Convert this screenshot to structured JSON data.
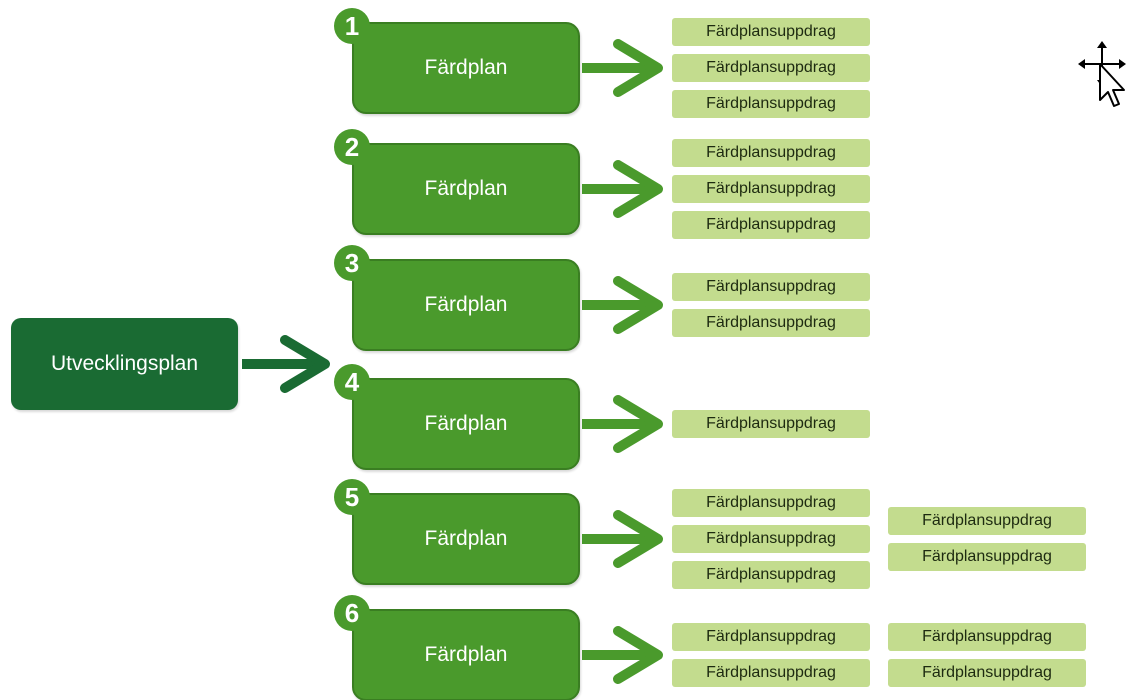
{
  "root": {
    "label": "Utvecklingsplan"
  },
  "plans": [
    {
      "number": "1",
      "label": "Färdplan",
      "task_columns": [
        [
          "Färdplansuppdrag",
          "Färdplansuppdrag",
          "Färdplansuppdrag"
        ]
      ]
    },
    {
      "number": "2",
      "label": "Färdplan",
      "task_columns": [
        [
          "Färdplansuppdrag",
          "Färdplansuppdrag",
          "Färdplansuppdrag"
        ]
      ]
    },
    {
      "number": "3",
      "label": "Färdplan",
      "task_columns": [
        [
          "Färdplansuppdrag",
          "Färdplansuppdrag"
        ]
      ]
    },
    {
      "number": "4",
      "label": "Färdplan",
      "task_columns": [
        [
          "Färdplansuppdrag"
        ]
      ]
    },
    {
      "number": "5",
      "label": "Färdplan",
      "task_columns": [
        [
          "Färdplansuppdrag",
          "Färdplansuppdrag",
          "Färdplansuppdrag"
        ],
        [
          "Färdplansuppdrag",
          "Färdplansuppdrag"
        ]
      ]
    },
    {
      "number": "6",
      "label": "Färdplan",
      "task_columns": [
        [
          "Färdplansuppdrag",
          "Färdplansuppdrag"
        ],
        [
          "Färdplansuppdrag",
          "Färdplansuppdrag"
        ]
      ]
    }
  ],
  "colors": {
    "root_fill": "#1a6b33",
    "plan_fill": "#4a9a2c",
    "arrow": "#4a9a2c",
    "root_arrow": "#1a6b33",
    "task_fill": "#c3dc8e"
  },
  "icons": {
    "cursor": "move-cursor-icon"
  }
}
